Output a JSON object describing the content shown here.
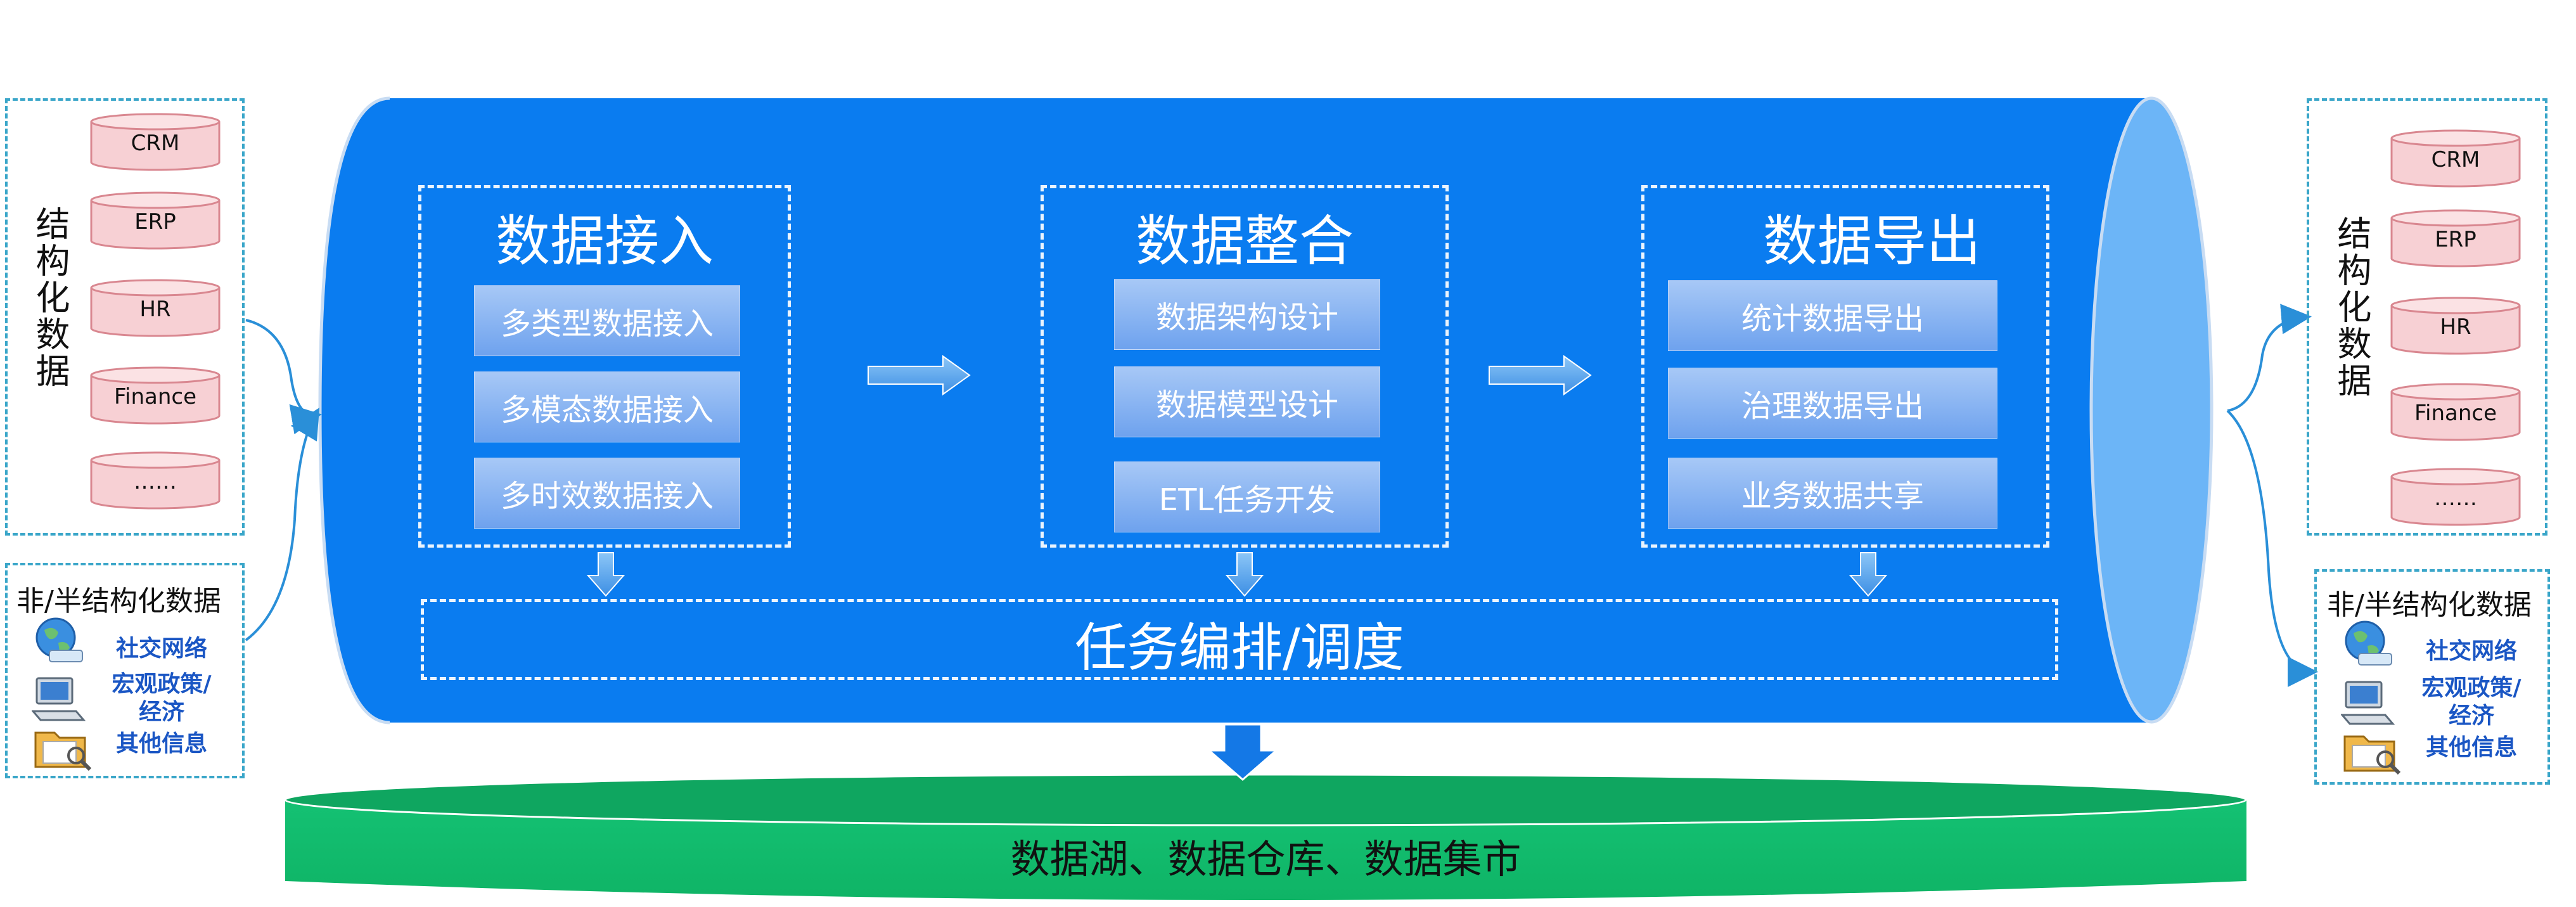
{
  "left_panel": {
    "structured_label": "结构化数据",
    "databases": [
      "CRM",
      "ERP",
      "HR",
      "Finance",
      "……"
    ],
    "unstructured_title": "非/半结构化数据",
    "items": [
      {
        "icon": "globe-icon",
        "label": "社交网络"
      },
      {
        "icon": "computer-icon",
        "label": "宏观政策/\n经济"
      },
      {
        "icon": "folder-icon",
        "label": "其他信息"
      }
    ]
  },
  "right_panel": {
    "structured_label": "结构化数据",
    "databases": [
      "CRM",
      "ERP",
      "HR",
      "Finance",
      "……"
    ],
    "unstructured_title": "非/半结构化数据",
    "items": [
      {
        "icon": "globe-icon",
        "label": "社交网络"
      },
      {
        "icon": "computer-icon",
        "label": "宏观政策/\n经济"
      },
      {
        "icon": "folder-icon",
        "label": "其他信息"
      }
    ]
  },
  "pipeline": {
    "ingest": {
      "title": "数据接入",
      "items": [
        "多类型数据接入",
        "多模态数据接入",
        "多时效数据接入"
      ]
    },
    "integrate": {
      "title": "数据整合",
      "items": [
        "数据架构设计",
        "数据模型设计",
        "ETL任务开发"
      ]
    },
    "export": {
      "title": "数据导出",
      "items": [
        "统计数据导出",
        "治理数据导出",
        "业务数据共享"
      ]
    },
    "scheduler": "任务编排/调度"
  },
  "storage": {
    "label": "数据湖、数据仓库、数据集市"
  },
  "colors": {
    "cylinder": "#0a7cf0",
    "cylinder_cap": "#6cb5f7",
    "storage": "#12bd6e",
    "dash": "#3aa6c9",
    "arrow": "#4a9ae8"
  }
}
